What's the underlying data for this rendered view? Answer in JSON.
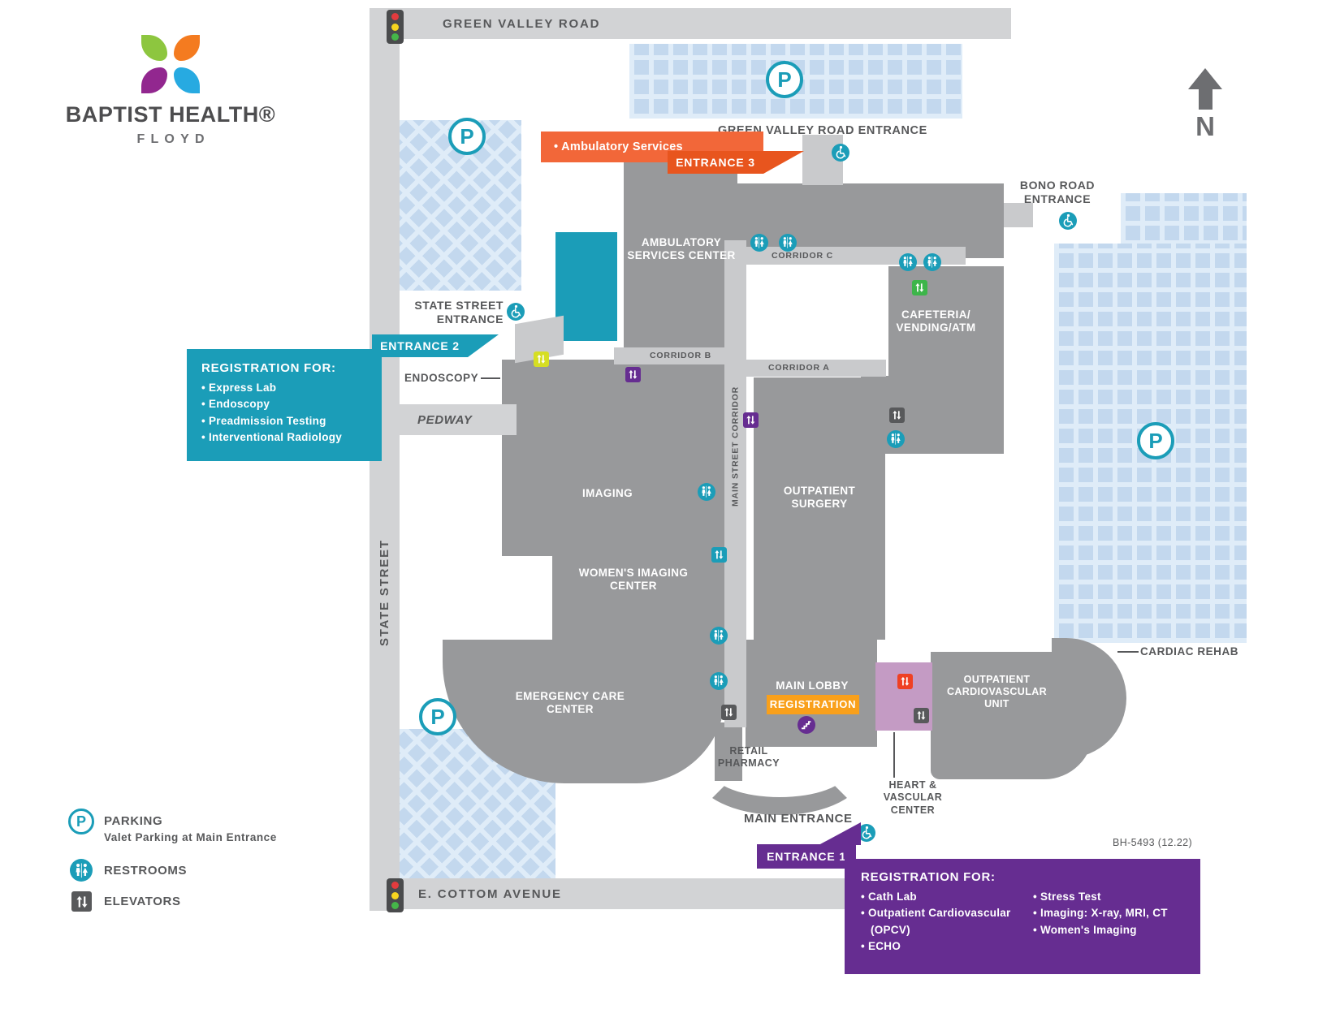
{
  "palette": {
    "teal": "#1b9db8",
    "orange": "#f26739",
    "orange_dark": "#e8551e",
    "gold": "#f9a01b",
    "purple": "#662d91",
    "pink": "#c49bc4",
    "building_gray": "#98999b",
    "corridor_gray": "#c9cacc",
    "road_gray": "#d2d3d5",
    "parking_blue": "#dfecf8",
    "parking_square": "#c3d8ee",
    "text_gray": "#58595b",
    "elevator_green": "#3db54a",
    "elevator_yellow": "#d6de23",
    "elevator_red": "#ef4123"
  },
  "icons": {
    "parking": "P",
    "restroom": "male-female-figures",
    "elevator": "up-down-arrows",
    "accessible_entrance": "wheelchair-symbol",
    "stairs": "staircase",
    "compass": "north-arrow",
    "traffic_signal": "red-yellow-green-lights"
  },
  "logo": {
    "name": "BAPTIST HEALTH®",
    "campus": "FLOYD"
  },
  "compass": {
    "label": "N"
  },
  "roads": {
    "green_valley": "GREEN VALLEY ROAD",
    "state_street": "STATE STREET",
    "cottom": "E. COTTOM  AVENUE"
  },
  "buildings": {
    "ambulatory": [
      "AMBULATORY",
      "SERVICES CENTER"
    ],
    "cafeteria": [
      "CAFETERIA/",
      "VENDING/ATM"
    ],
    "imaging": "IMAGING",
    "outpatient_surgery": [
      "OUTPATIENT",
      "SURGERY"
    ],
    "womens_imaging": [
      "WOMEN'S IMAGING",
      "CENTER"
    ],
    "emergency": [
      "EMERGENCY CARE",
      "CENTER"
    ],
    "outpatient_cardio": [
      "OUTPATIENT",
      "CARDIOVASCULAR",
      "UNIT"
    ],
    "main_lobby": "MAIN LOBBY",
    "retail_pharmacy": [
      "RETAIL",
      "PHARMACY"
    ],
    "heart_vascular": [
      "HEART &",
      "VASCULAR",
      "CENTER"
    ],
    "cardiac_rehab": "CARDIAC REHAB",
    "endoscopy": "ENDOSCOPY",
    "pedway": "PEDWAY"
  },
  "corridors": {
    "a": "CORRIDOR A",
    "b": "CORRIDOR B",
    "c": "CORRIDOR C",
    "main_street": "MAIN STREET CORRIDOR"
  },
  "entrances": {
    "green_valley_label": "GREEN VALLEY ROAD ENTRANCE",
    "bono": [
      "BONO ROAD",
      "ENTRANCE"
    ],
    "state": [
      "STATE STREET",
      "ENTRANCE"
    ],
    "main_label": "MAIN ENTRANCE",
    "badge1": "ENTRANCE 1",
    "badge2": "ENTRANCE 2",
    "badge3": "ENTRANCE 3",
    "badge3_service": "• Ambulatory Services"
  },
  "registration_state": {
    "title": "REGISTRATION FOR:",
    "items": [
      "• Express Lab",
      "• Endoscopy",
      "• Preadmission Testing",
      "• Interventional Radiology"
    ]
  },
  "registration_main": {
    "title": "REGISTRATION FOR:",
    "col1": [
      "• Cath Lab",
      "• Outpatient Cardiovascular (OPCV)",
      "• ECHO"
    ],
    "col2": [
      "• Stress Test",
      "• Imaging: X-ray, MRI, CT",
      "• Women's Imaging"
    ]
  },
  "lobby_registration": "REGISTRATION",
  "legend": {
    "parking": "PARKING",
    "parking_note": "Valet Parking at Main Entrance",
    "restrooms": "RESTROOMS",
    "elevators": "ELEVATORS"
  },
  "doc_code": "BH-5493 (12.22)"
}
